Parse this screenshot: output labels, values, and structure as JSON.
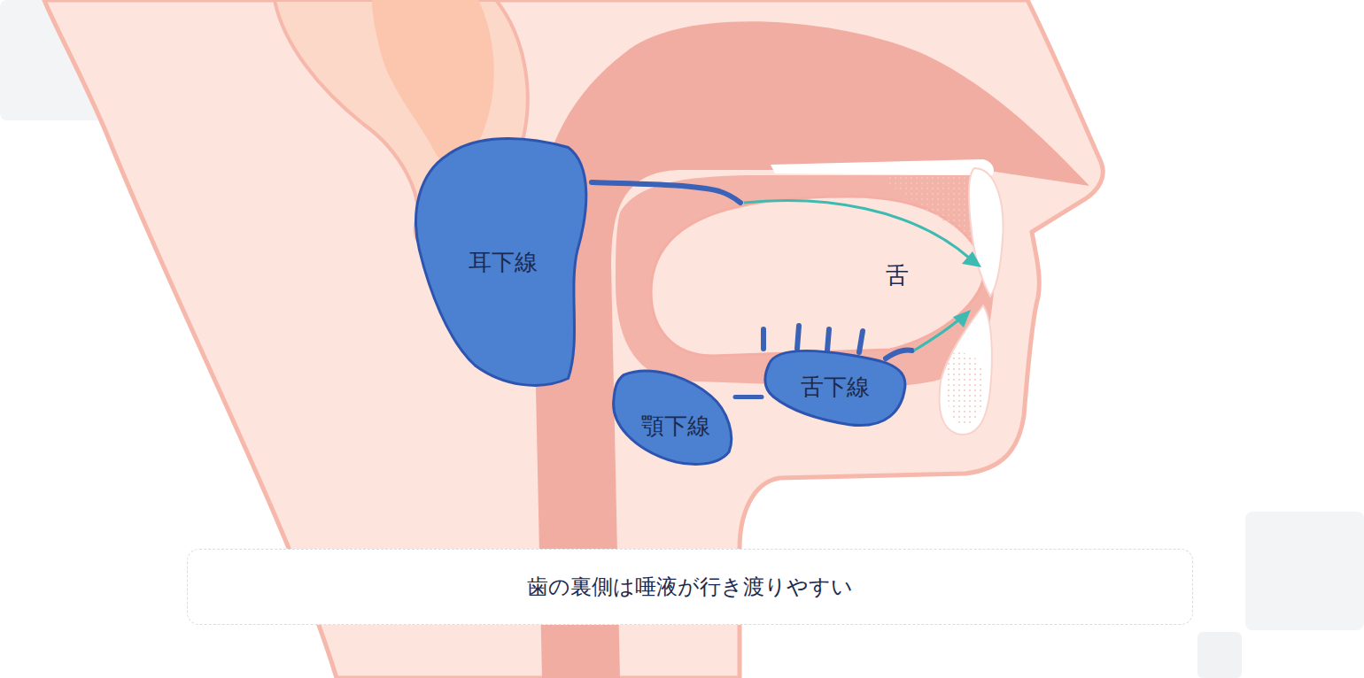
{
  "diagram": {
    "caption": "歯の裏側は唾液が行き渡りやすい",
    "nodes": [
      {
        "text": [
          "耳下線"
        ]
      },
      {
        "text": [
          "舌下線"
        ]
      },
      {
        "text": [
          "顎下線"
        ]
      }
    ],
    "edges": [
      {
        "from": 2,
        "to": 1,
        "arrow": "none"
      }
    ],
    "labels": [
      "舌"
    ]
  }
}
